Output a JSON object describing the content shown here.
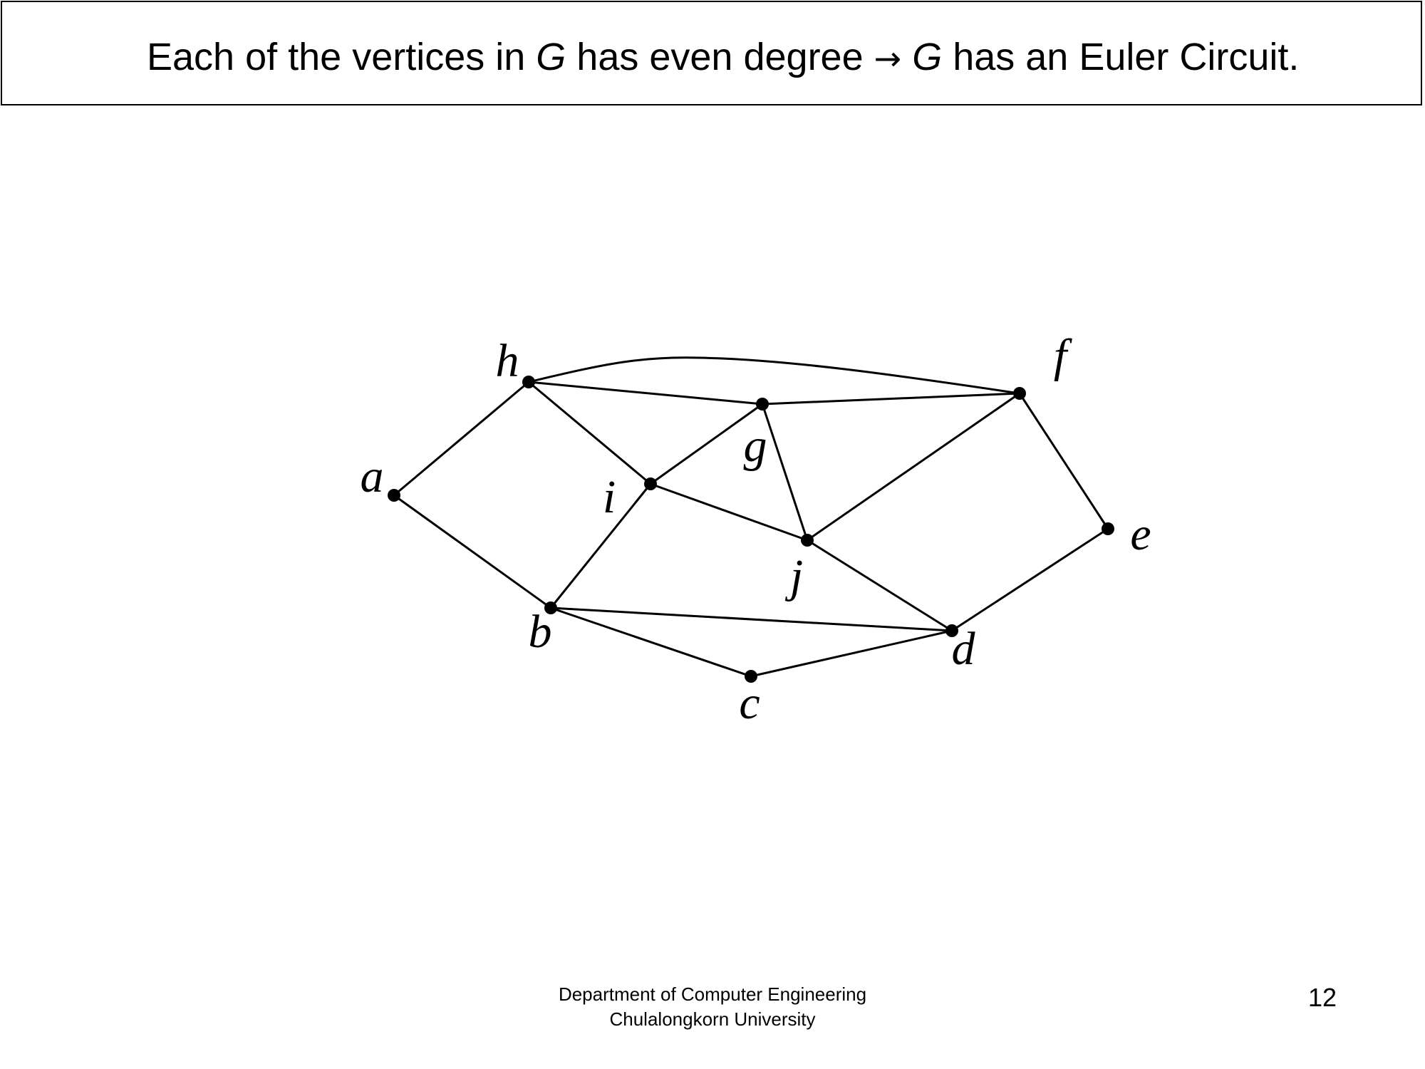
{
  "slide": {
    "title": {
      "part1": "Each of the vertices in ",
      "g1": "G",
      "part2": " has even degree ",
      "arrow": "→",
      "part3": " ",
      "g2": "G",
      "part4": " has an Euler Circuit."
    },
    "footer": {
      "line1": "Department of Computer Engineering",
      "line2": "Chulalongkorn University"
    },
    "page_number": "12"
  },
  "graph": {
    "vertices": [
      "a",
      "b",
      "c",
      "d",
      "e",
      "f",
      "g",
      "h",
      "i",
      "j"
    ],
    "edges": [
      [
        "h",
        "a"
      ],
      [
        "a",
        "b"
      ],
      [
        "h",
        "g"
      ],
      [
        "h",
        "i"
      ],
      [
        "h",
        "f"
      ],
      [
        "g",
        "f"
      ],
      [
        "g",
        "i"
      ],
      [
        "g",
        "j"
      ],
      [
        "i",
        "b"
      ],
      [
        "i",
        "j"
      ],
      [
        "j",
        "f"
      ],
      [
        "j",
        "d"
      ],
      [
        "f",
        "e"
      ],
      [
        "e",
        "d"
      ],
      [
        "b",
        "d"
      ],
      [
        "b",
        "c"
      ],
      [
        "c",
        "d"
      ]
    ]
  }
}
